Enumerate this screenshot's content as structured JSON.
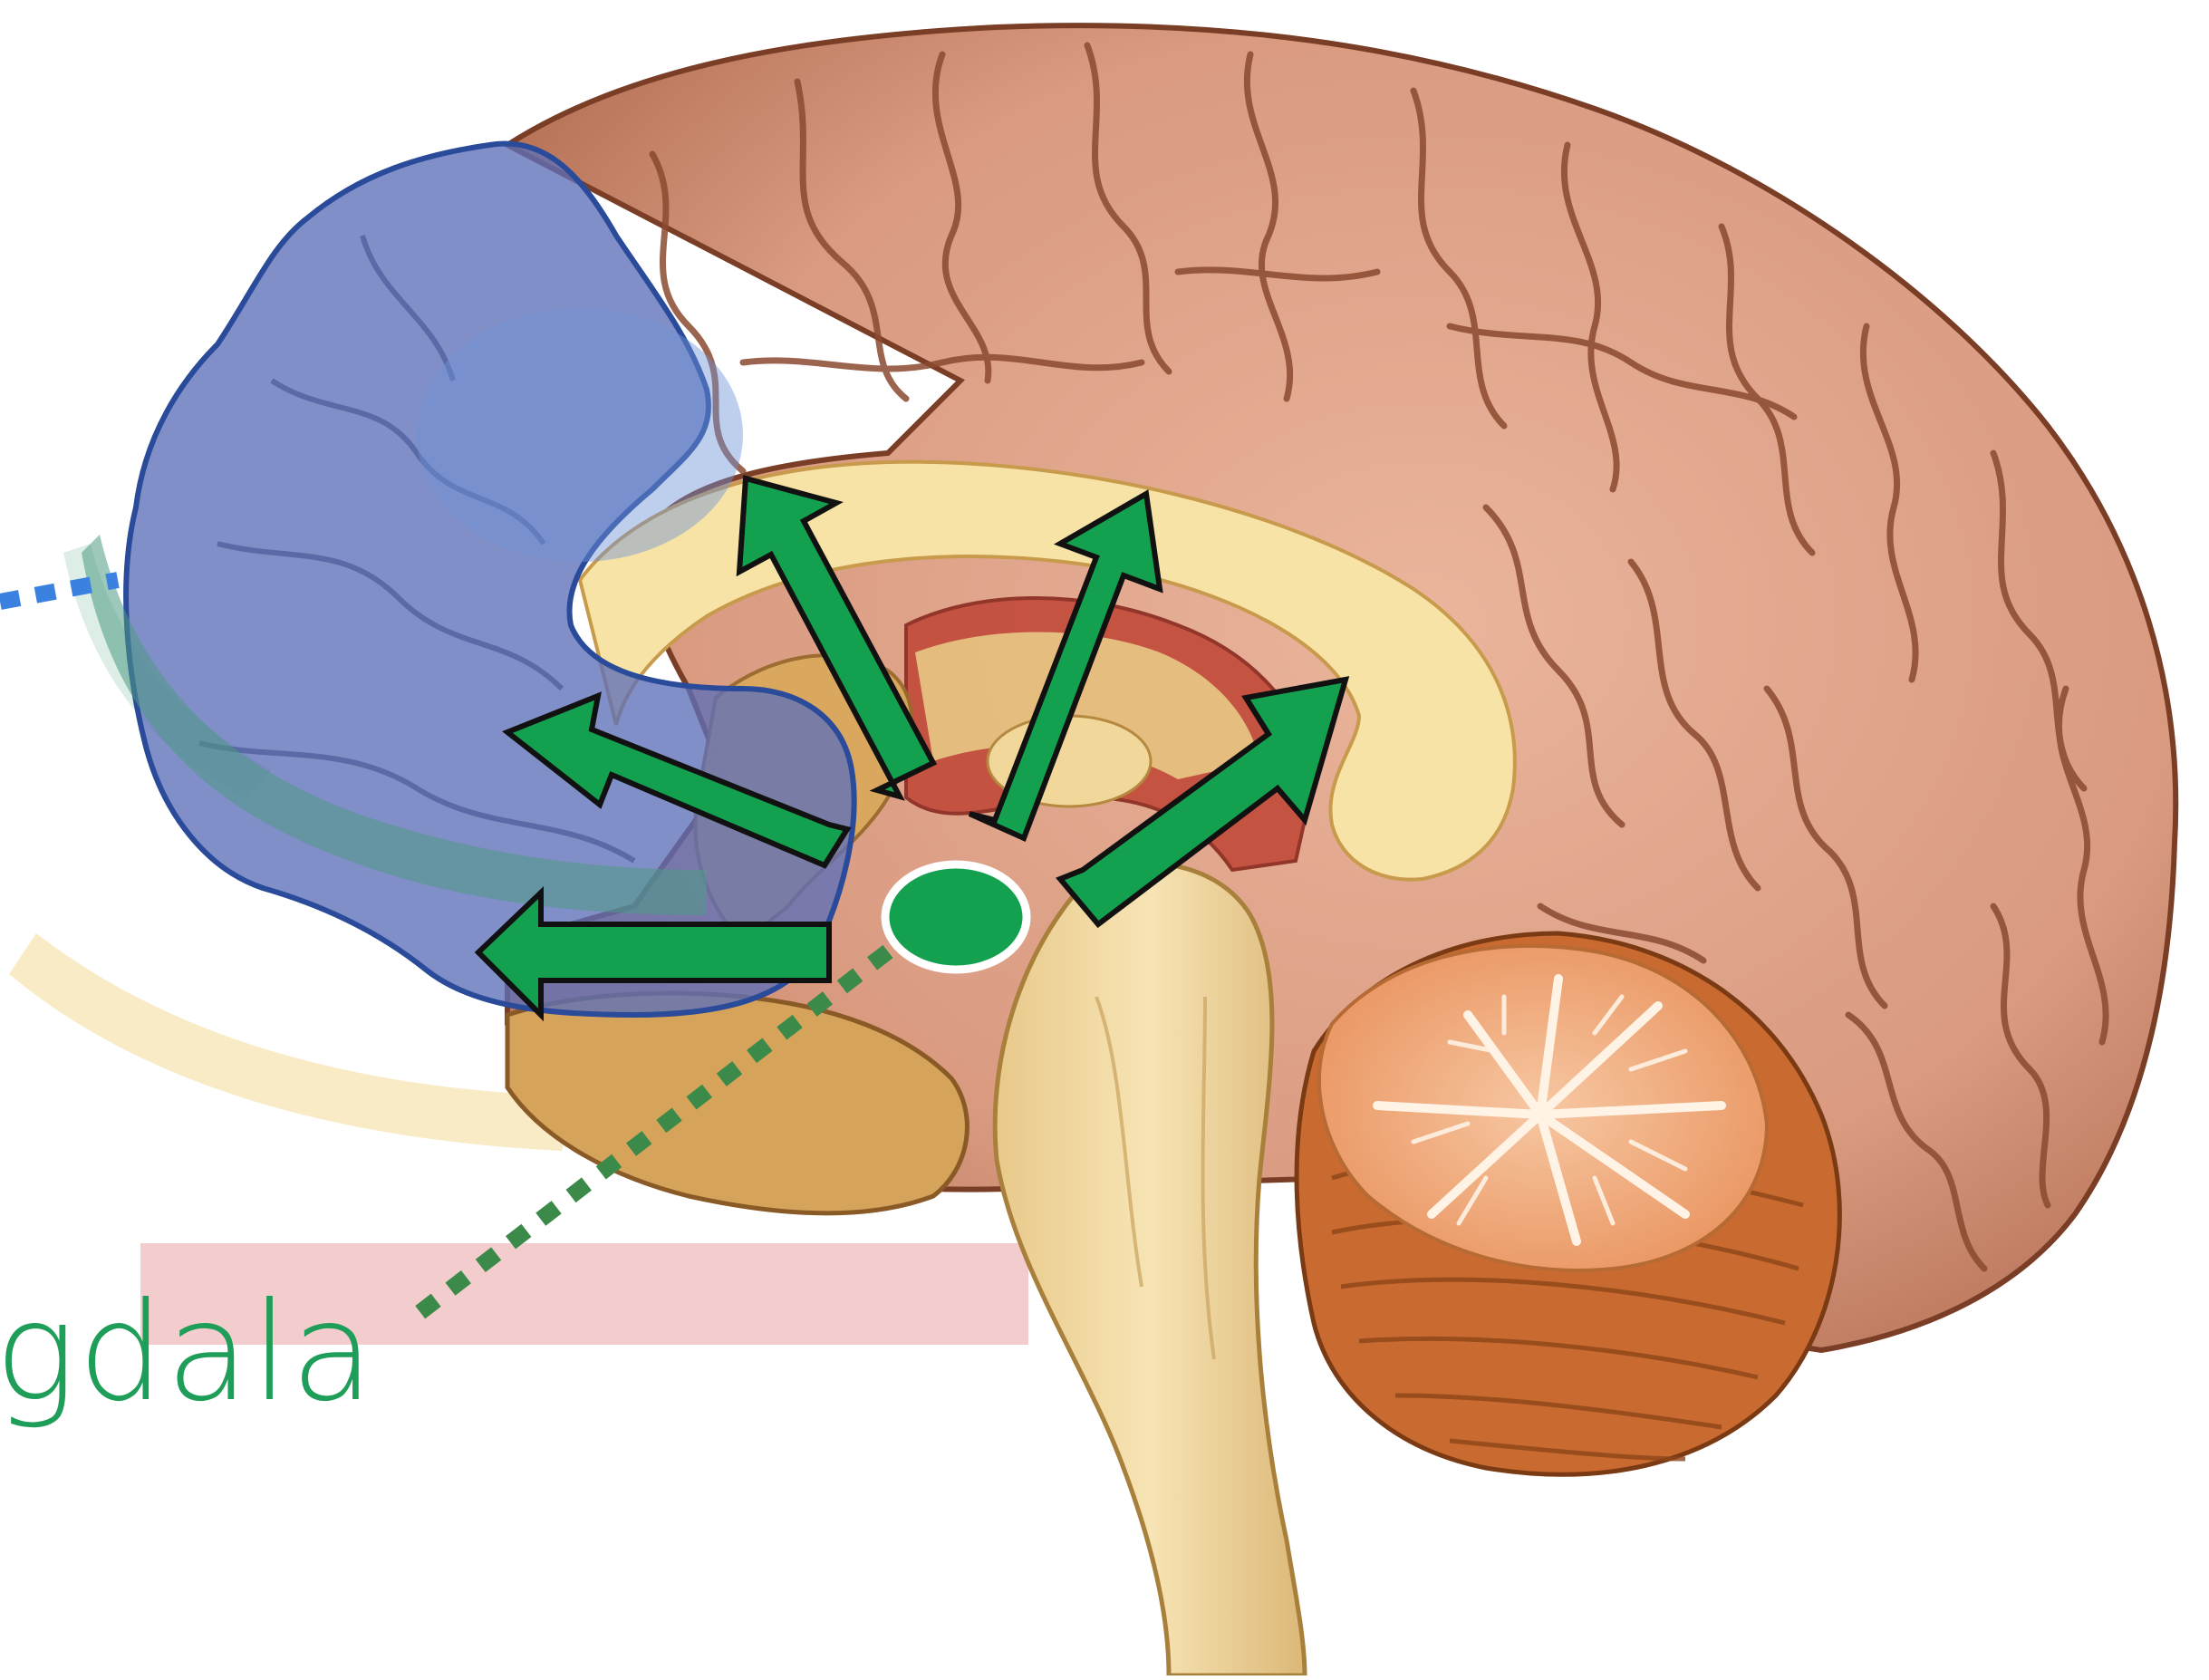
{
  "labels": {
    "amygdala": "gdala"
  },
  "colors": {
    "arrow_green": "#13a150",
    "arrow_outline": "#111111",
    "amygdala_green": "#1f9e5a",
    "leader_green": "#3c8a4a",
    "leader_blue": "#3b82e0",
    "prefrontal_fill": "#6b78b8",
    "prefrontal_outline": "#2a4a9a",
    "cortex": "#d99a80",
    "cortex_dark": "#8a4a30",
    "corpus_callosum": "#f7e3a6",
    "brainstem": "#f1d9a0",
    "cerebellum": "#f4b48a",
    "cerebellum_stripes": "#b8622e",
    "thalamus_red": "#c24a3a",
    "pale_yellow_band": "#f6e4b2",
    "pale_pink_band": "#f1c4c4"
  },
  "icons": [
    "brain-sagittal-illustration",
    "amygdala-dot",
    "projection-arrow"
  ]
}
